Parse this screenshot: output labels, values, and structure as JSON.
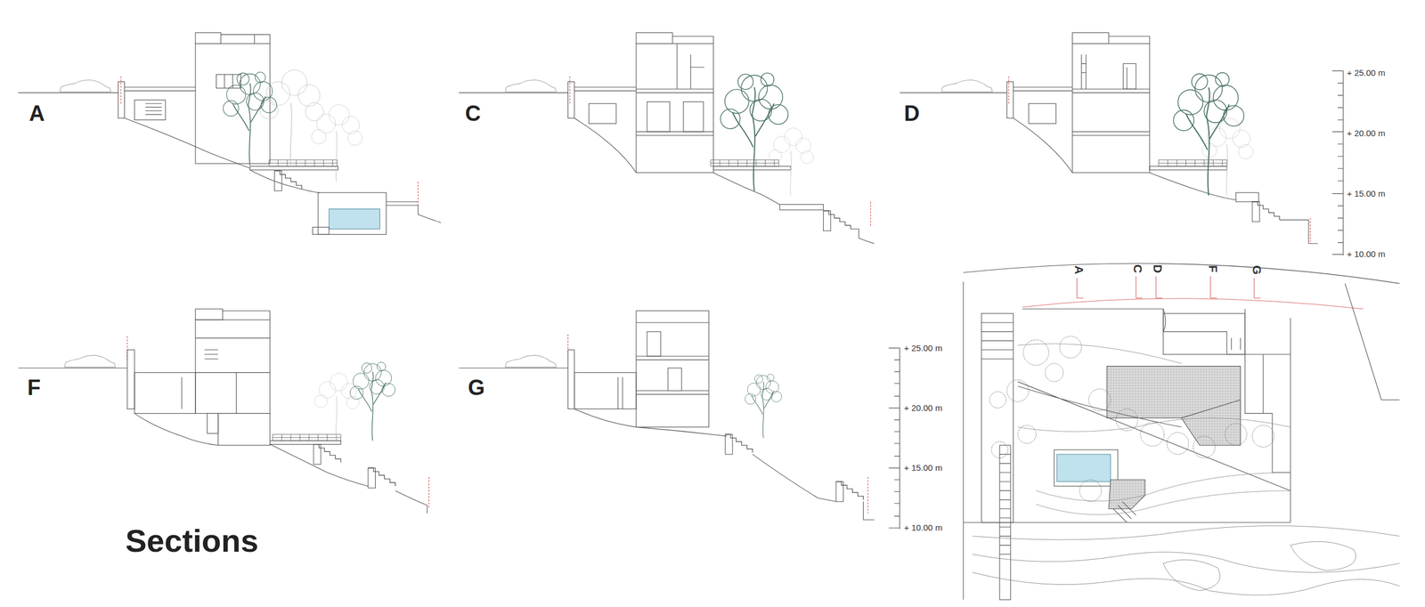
{
  "diagram": {
    "title": "Sections",
    "labels": [
      "A",
      "C",
      "D",
      "+ 25.00 m",
      "+ 20.00 m",
      "+ 15.00 m",
      "+ 10.00 m",
      "F",
      "G",
      "+ 25.00 m",
      "+ 20.00 m",
      "+ 15.00 m",
      "+ 10.00 m",
      "A",
      "C",
      "D",
      "F",
      "G"
    ]
  }
}
